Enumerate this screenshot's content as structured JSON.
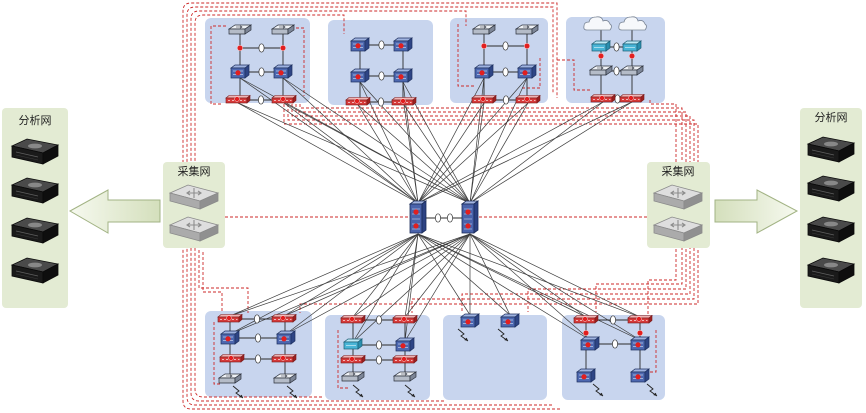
{
  "left_analysis": {
    "label": "分析网"
  },
  "right_analysis": {
    "label": "分析网"
  },
  "left_collection": {
    "label": "采集网"
  },
  "right_collection": {
    "label": "采集网"
  },
  "colors": {
    "analysis_panel": "#e3ebd3",
    "collection_panel": "#e3ebd3",
    "cluster_fill": "#c8d5ee",
    "dashed_link": "#cc2a2a",
    "uplink": "#3c3c3c",
    "port_dot": "#e21f1f"
  },
  "icons": {
    "analysis_device": "server-icon",
    "collection_device": "probe-appliance-icon",
    "core_device": "core-switch-icon",
    "access_switch": "switch-icon",
    "patch_device": "distribution-panel-icon",
    "router": "router-icon",
    "firewall": "firewall-icon",
    "cloud": "cloud-icon",
    "wireless": "lightning-link-icon",
    "link_bundle": "link-aggregation-icon",
    "flow_direction": "arrow-icon"
  }
}
